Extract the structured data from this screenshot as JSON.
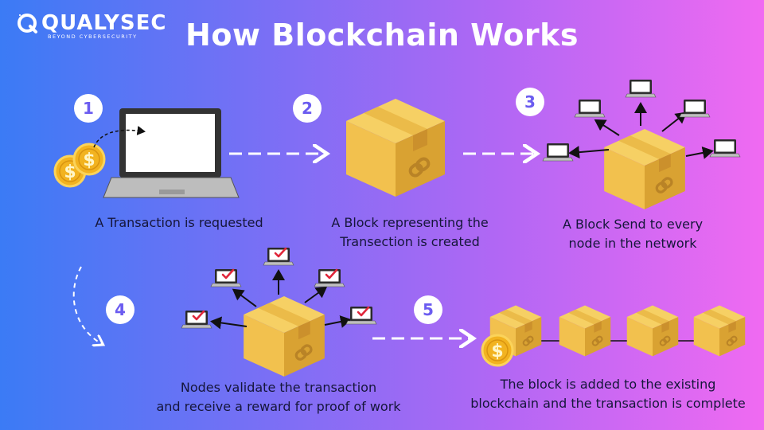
{
  "logo": {
    "name": "QUALYSEC",
    "tagline": "BEYOND CYBERSECURITY"
  },
  "title": "How Blockchain Works",
  "steps": [
    {
      "number": "1",
      "caption_line1": "A Transaction is requested",
      "caption_line2": ""
    },
    {
      "number": "2",
      "caption_line1": "A Block representing the",
      "caption_line2": "Transection is created"
    },
    {
      "number": "3",
      "caption_line1": "A Block Send to every",
      "caption_line2": "node in the network"
    },
    {
      "number": "4",
      "caption_line1": "Nodes validate the transaction",
      "caption_line2": "and receive a reward for proof of work"
    },
    {
      "number": "5",
      "caption_line1": "The block is added to the existing",
      "caption_line2": "blockchain and the transaction is complete"
    }
  ],
  "colors": {
    "box": "#f2c14e",
    "box_dark": "#d79b2a",
    "badge_text": "#6b5cf0",
    "check": "#e0263a"
  },
  "icons": [
    "coin-icon",
    "laptop-icon",
    "box-icon",
    "chain-link-icon",
    "computer-node-icon",
    "checkmark-icon",
    "arrow-icon"
  ]
}
